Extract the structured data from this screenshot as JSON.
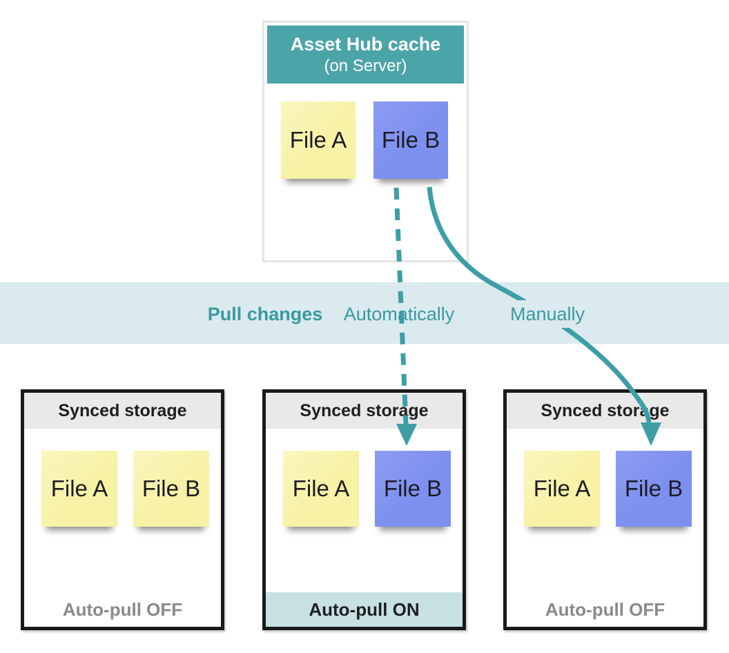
{
  "palette": {
    "teal": "#4BA4A8",
    "arrow_teal": "#3D9EA6",
    "band_bg": "#DAEAEE",
    "band_text": "#3B99A1",
    "footer_on_bg": "#C7E1E5",
    "sticky_yellow": "#F7F2A5",
    "sticky_blue": "#7E90EF",
    "storage_border": "#1A1A1A",
    "storage_header_bg": "#E9E9E9",
    "off_text": "#8A8A8A",
    "cache_border": "#E4E4E4",
    "dark_text": "#1F1F1F"
  },
  "cache": {
    "title": "Asset Hub cache",
    "subtitle": "(on Server)",
    "files": [
      {
        "label": "File A",
        "color": "yellow"
      },
      {
        "label": "File B",
        "color": "blue"
      }
    ]
  },
  "band": {
    "title": "Pull changes",
    "auto_label": "Automatically",
    "manual_label": "Manually"
  },
  "storages": [
    {
      "title": "Synced storage",
      "footer": "Auto-pull OFF",
      "auto_pull": "off",
      "files": [
        {
          "label": "File A",
          "color": "yellow"
        },
        {
          "label": "File B",
          "color": "yellow"
        }
      ]
    },
    {
      "title": "Synced storage",
      "footer": "Auto-pull ON",
      "auto_pull": "on",
      "files": [
        {
          "label": "File A",
          "color": "yellow"
        },
        {
          "label": "File B",
          "color": "blue"
        }
      ]
    },
    {
      "title": "Synced storage",
      "footer": "Auto-pull OFF",
      "auto_pull": "off",
      "files": [
        {
          "label": "File A",
          "color": "yellow"
        },
        {
          "label": "File B",
          "color": "blue"
        }
      ]
    }
  ],
  "arrows": [
    {
      "name": "automatic-pull",
      "style": "dashed",
      "from": "cache File B",
      "to": "middle storage File B"
    },
    {
      "name": "manual-pull",
      "style": "solid",
      "from": "cache File B",
      "to": "right storage File B"
    }
  ]
}
